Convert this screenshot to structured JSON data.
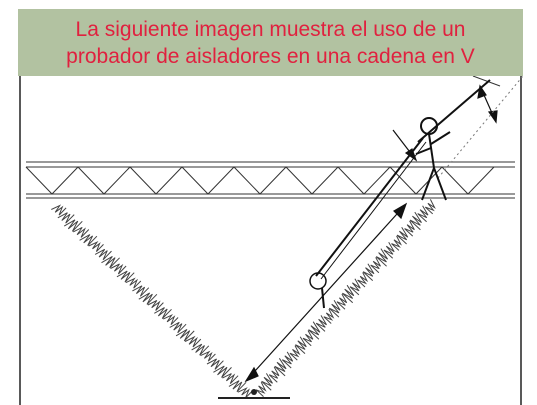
{
  "header": {
    "line1": "La siguiente imagen muestra el uso de un",
    "line2": "probador de aisladores en una cadena en V"
  },
  "colors": {
    "header_bg": "#b2c2a1",
    "header_text": "#e0213f",
    "line": "#222222"
  },
  "icons": {
    "person": "stick-figure-person",
    "tester": "insulator-tester",
    "insulator": "insulator-string"
  }
}
